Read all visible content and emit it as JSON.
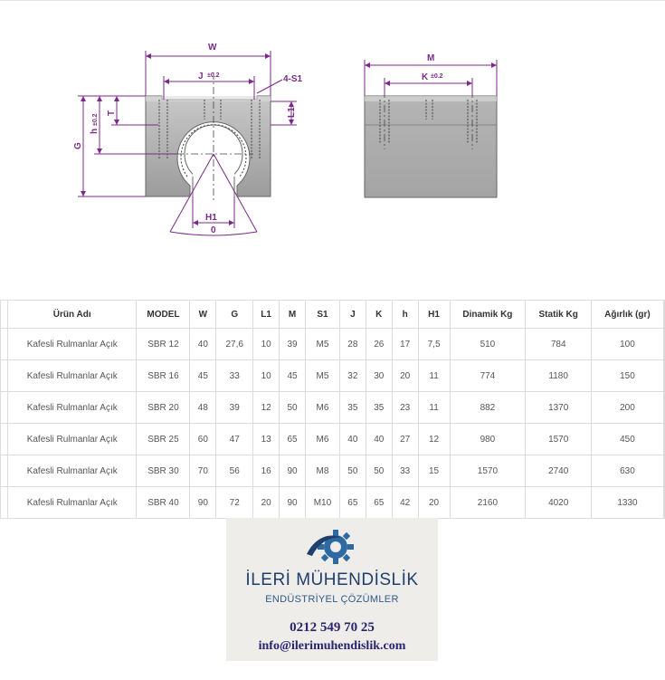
{
  "drawing": {
    "labels": {
      "W": "W",
      "J": "J",
      "J_tol": "±0.2",
      "S1": "4-S1",
      "T": "T",
      "L1": "L1",
      "h": "h",
      "h_tol": "±0.2",
      "G": "G",
      "H1": "H1",
      "O": "0",
      "M": "M",
      "K": "K",
      "K_tol": "±0.2"
    }
  },
  "table": {
    "headers": [
      "Ürün Adı",
      "MODEL",
      "W",
      "G",
      "L1",
      "M",
      "S1",
      "J",
      "K",
      "h",
      "H1",
      "Dinamik Kg",
      "Statik Kg",
      "Ağırlık (gr)"
    ],
    "rows": [
      [
        "Kafesli Rulmanlar Açık",
        "SBR 12",
        "40",
        "27,6",
        "10",
        "39",
        "M5",
        "28",
        "26",
        "17",
        "7,5",
        "510",
        "784",
        "100"
      ],
      [
        "Kafesli Rulmanlar Açık",
        "SBR 16",
        "45",
        "33",
        "10",
        "45",
        "M5",
        "32",
        "30",
        "20",
        "11",
        "774",
        "1180",
        "150"
      ],
      [
        "Kafesli Rulmanlar Açık",
        "SBR 20",
        "48",
        "39",
        "12",
        "50",
        "M6",
        "35",
        "35",
        "23",
        "11",
        "882",
        "1370",
        "200"
      ],
      [
        "Kafesli Rulmanlar Açık",
        "SBR 25",
        "60",
        "47",
        "13",
        "65",
        "M6",
        "40",
        "40",
        "27",
        "12",
        "980",
        "1570",
        "450"
      ],
      [
        "Kafesli Rulmanlar Açık",
        "SBR 30",
        "70",
        "56",
        "16",
        "90",
        "M8",
        "50",
        "50",
        "33",
        "15",
        "1570",
        "2740",
        "630"
      ],
      [
        "Kafesli Rulmanlar Açık",
        "SBR 40",
        "90",
        "72",
        "20",
        "90",
        "M10",
        "65",
        "65",
        "42",
        "20",
        "2160",
        "4020",
        "1330"
      ]
    ]
  },
  "logo": {
    "name": "İLERİ MÜHENDİSLİK",
    "tagline": "ENDÜSTRİYEL ÇÖZÜMLER",
    "phone": "0212 549 70 25",
    "email": "info@ilerimuhendislik.com",
    "icon": "gear-icon"
  },
  "colors": {
    "dimension": "#7b2a8a",
    "block_gray": "#a9a9a9",
    "brand_blue": "#1f3f6d"
  }
}
